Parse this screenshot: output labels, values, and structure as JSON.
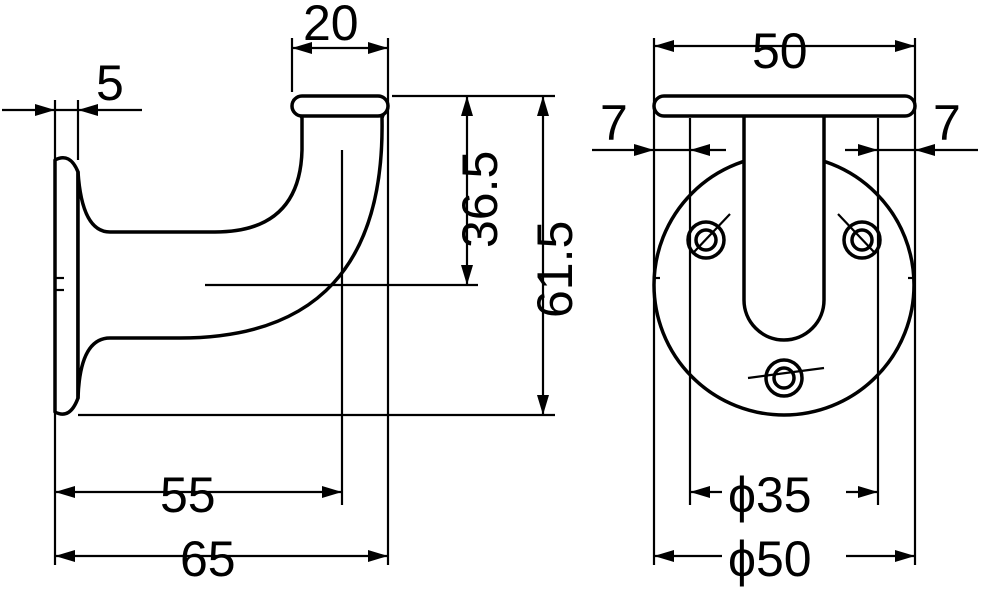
{
  "side_view": {
    "dim_flange_thickness": "5",
    "dim_pad_width": "20",
    "dim_center_height": "36.5",
    "dim_total_height": "61.5",
    "dim_center_reach": "55",
    "dim_total_reach": "65"
  },
  "front_view": {
    "dim_pad_length": "50",
    "dim_left_offset": "7",
    "dim_right_offset": "7",
    "dim_hole_circle": "ϕ35",
    "dim_base_diameter": "ϕ50"
  }
}
